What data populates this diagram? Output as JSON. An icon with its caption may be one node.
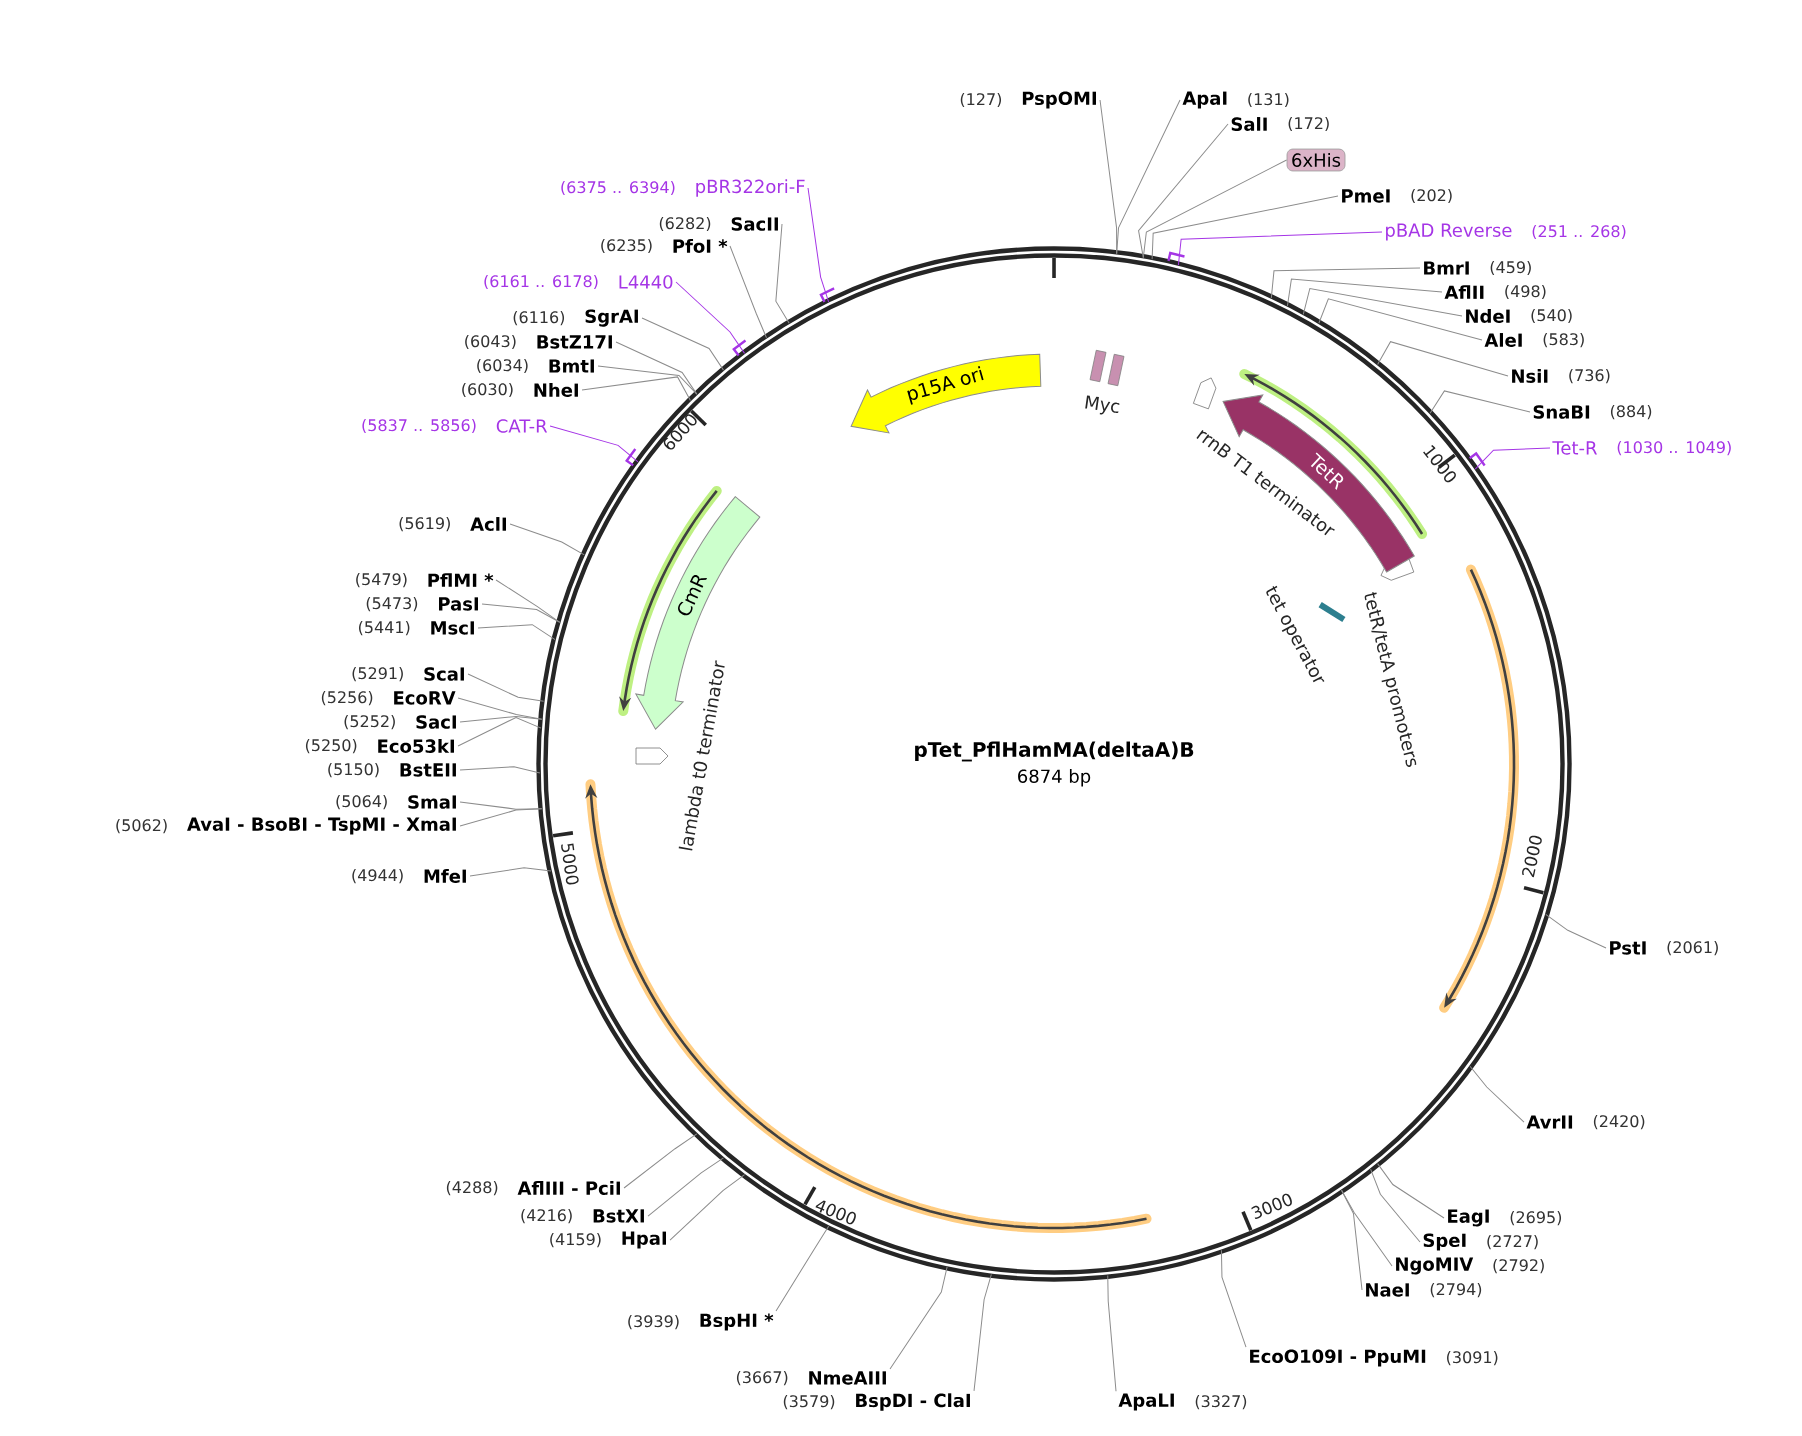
{
  "diagram": {
    "nodes": [
      {
        "text": [
          "pTet_PflHamMA(deltaA)B",
          "6874 bp"
        ]
      },
      {
        "text": [
          "PspOMI"
        ],
        "beside": [
          "(127)"
        ]
      },
      {
        "text": [
          "ApaI"
        ],
        "beside": [
          "(131)"
        ]
      },
      {
        "text": [
          "SalI"
        ],
        "beside": [
          "(172)"
        ]
      },
      {
        "text": [
          "6xHis"
        ]
      },
      {
        "text": [
          "PmeI"
        ],
        "beside": [
          "(202)"
        ]
      },
      {
        "text": [
          "pBAD Reverse"
        ],
        "beside": [
          "(251 .. 268)"
        ]
      },
      {
        "text": [
          "BmrI"
        ],
        "beside": [
          "(459)"
        ]
      },
      {
        "text": [
          "AflII"
        ],
        "beside": [
          "(498)"
        ]
      },
      {
        "text": [
          "NdeI"
        ],
        "beside": [
          "(540)"
        ]
      },
      {
        "text": [
          "AleI"
        ],
        "beside": [
          "(583)"
        ]
      },
      {
        "text": [
          "NsiI"
        ],
        "beside": [
          "(736)"
        ]
      },
      {
        "text": [
          "SnaBI"
        ],
        "beside": [
          "(884)"
        ]
      },
      {
        "text": [
          "Tet-R"
        ],
        "beside": [
          "(1030 .. 1049)"
        ]
      },
      {
        "text": [
          "PstI"
        ],
        "beside": [
          "(2061)"
        ]
      },
      {
        "text": [
          "AvrII"
        ],
        "beside": [
          "(2420)"
        ]
      },
      {
        "text": [
          "EagI"
        ],
        "beside": [
          "(2695)"
        ]
      },
      {
        "text": [
          "SpeI"
        ],
        "beside": [
          "(2727)"
        ]
      },
      {
        "text": [
          "NgoMIV"
        ],
        "beside": [
          "(2792)"
        ]
      },
      {
        "text": [
          "NaeI"
        ],
        "beside": [
          "(2794)"
        ]
      },
      {
        "text": [
          "EcoO109I - PpuMI"
        ],
        "beside": [
          "(3091)"
        ]
      },
      {
        "text": [
          "ApaLI"
        ],
        "beside": [
          "(3327)"
        ]
      },
      {
        "text": [
          "BspDI - ClaI"
        ],
        "beside": [
          "(3579)"
        ]
      },
      {
        "text": [
          "NmeAIII"
        ],
        "beside": [
          "(3667)"
        ]
      },
      {
        "text": [
          "BspHI *"
        ],
        "beside": [
          "(3939)"
        ]
      },
      {
        "text": [
          "HpaI"
        ],
        "beside": [
          "(4159)"
        ]
      },
      {
        "text": [
          "BstXI"
        ],
        "beside": [
          "(4216)"
        ]
      },
      {
        "text": [
          "AflIII - PciI"
        ],
        "beside": [
          "(4288)"
        ]
      },
      {
        "text": [
          "MfeI"
        ],
        "beside": [
          "(4944)"
        ]
      },
      {
        "text": [
          "AvaI - BsoBI - TspMI - XmaI"
        ],
        "beside": [
          "(5062)"
        ]
      },
      {
        "text": [
          "SmaI"
        ],
        "beside": [
          "(5064)"
        ]
      },
      {
        "text": [
          "BstEII"
        ],
        "beside": [
          "(5150)"
        ]
      },
      {
        "text": [
          "Eco53kI"
        ],
        "beside": [
          "(5250)"
        ]
      },
      {
        "text": [
          "SacI"
        ],
        "beside": [
          "(5252)"
        ]
      },
      {
        "text": [
          "EcoRV"
        ],
        "beside": [
          "(5256)"
        ]
      },
      {
        "text": [
          "ScaI"
        ],
        "beside": [
          "(5291)"
        ]
      },
      {
        "text": [
          "MscI"
        ],
        "beside": [
          "(5441)"
        ]
      },
      {
        "text": [
          "PasI"
        ],
        "beside": [
          "(5473)"
        ]
      },
      {
        "text": [
          "PflMI *"
        ],
        "beside": [
          "(5479)"
        ]
      },
      {
        "text": [
          "AclI"
        ],
        "beside": [
          "(5619)"
        ]
      },
      {
        "text": [
          "CAT-R"
        ],
        "beside": [
          "(5837 .. 5856)"
        ]
      },
      {
        "text": [
          "NheI"
        ],
        "beside": [
          "(6030)"
        ]
      },
      {
        "text": [
          "BmtI"
        ],
        "beside": [
          "(6034)"
        ]
      },
      {
        "text": [
          "BstZ17I"
        ],
        "beside": [
          "(6043)"
        ]
      },
      {
        "text": [
          "SgrAI"
        ],
        "beside": [
          "(6116)"
        ]
      },
      {
        "text": [
          "L4440"
        ],
        "beside": [
          "(6161 .. 6178)"
        ]
      },
      {
        "text": [
          "PfoI *"
        ],
        "beside": [
          "(6235)"
        ]
      },
      {
        "text": [
          "SacII"
        ],
        "beside": [
          "(6282)"
        ]
      },
      {
        "text": [
          "pBR322ori-F"
        ],
        "beside": [
          "(6375 .. 6394)"
        ]
      },
      {
        "text": [
          "p15A ori"
        ],
        "in": 0
      },
      {
        "text": [
          "TetR"
        ],
        "in": 0
      },
      {
        "text": [
          "CmR"
        ],
        "in": 0
      }
    ],
    "edges": [
      {
        "from": 1,
        "to": 0,
        "arrow": "none"
      },
      {
        "from": 2,
        "to": 0,
        "arrow": "none"
      },
      {
        "from": 3,
        "to": 0,
        "arrow": "none"
      },
      {
        "from": 4,
        "to": 0,
        "arrow": "none"
      },
      {
        "from": 5,
        "to": 0,
        "arrow": "none"
      },
      {
        "from": 6,
        "to": 0,
        "arrow": "none",
        "color": "#a535e6"
      },
      {
        "from": 7,
        "to": 0,
        "arrow": "none"
      },
      {
        "from": 8,
        "to": 0,
        "arrow": "none"
      },
      {
        "from": 9,
        "to": 0,
        "arrow": "none"
      },
      {
        "from": 10,
        "to": 0,
        "arrow": "none"
      },
      {
        "from": 11,
        "to": 0,
        "arrow": "none"
      },
      {
        "from": 12,
        "to": 0,
        "arrow": "none"
      },
      {
        "from": 13,
        "to": 0,
        "arrow": "none",
        "color": "#a535e6"
      },
      {
        "from": 14,
        "to": 0,
        "arrow": "none"
      },
      {
        "from": 15,
        "to": 0,
        "arrow": "none"
      },
      {
        "from": 16,
        "to": 0,
        "arrow": "none"
      },
      {
        "from": 17,
        "to": 0,
        "arrow": "none"
      },
      {
        "from": 18,
        "to": 0,
        "arrow": "none"
      },
      {
        "from": 19,
        "to": 0,
        "arrow": "none"
      },
      {
        "from": 20,
        "to": 0,
        "arrow": "none"
      },
      {
        "from": 21,
        "to": 0,
        "arrow": "none"
      },
      {
        "from": 22,
        "to": 0,
        "arrow": "none"
      },
      {
        "from": 23,
        "to": 0,
        "arrow": "none"
      },
      {
        "from": 24,
        "to": 0,
        "arrow": "none"
      },
      {
        "from": 25,
        "to": 0,
        "arrow": "none"
      },
      {
        "from": 26,
        "to": 0,
        "arrow": "none"
      },
      {
        "from": 27,
        "to": 0,
        "arrow": "none"
      },
      {
        "from": 28,
        "to": 0,
        "arrow": "none"
      },
      {
        "from": 29,
        "to": 0,
        "arrow": "none"
      },
      {
        "from": 30,
        "to": 0,
        "arrow": "none"
      },
      {
        "from": 31,
        "to": 0,
        "arrow": "none"
      },
      {
        "from": 32,
        "to": 0,
        "arrow": "none"
      },
      {
        "from": 33,
        "to": 0,
        "arrow": "none"
      },
      {
        "from": 34,
        "to": 0,
        "arrow": "none"
      },
      {
        "from": 35,
        "to": 0,
        "arrow": "none"
      },
      {
        "from": 36,
        "to": 0,
        "arrow": "none"
      },
      {
        "from": 37,
        "to": 0,
        "arrow": "none"
      },
      {
        "from": 38,
        "to": 0,
        "arrow": "none"
      },
      {
        "from": 39,
        "to": 0,
        "arrow": "none"
      },
      {
        "from": 40,
        "to": 0,
        "arrow": "none",
        "color": "#a535e6"
      },
      {
        "from": 41,
        "to": 0,
        "arrow": "none"
      },
      {
        "from": 42,
        "to": 0,
        "arrow": "none"
      },
      {
        "from": 43,
        "to": 0,
        "arrow": "none"
      },
      {
        "from": 44,
        "to": 0,
        "arrow": "none"
      },
      {
        "from": 45,
        "to": 0,
        "arrow": "none",
        "color": "#a535e6"
      },
      {
        "from": 46,
        "to": 0,
        "arrow": "none"
      },
      {
        "from": 47,
        "to": 0,
        "arrow": "none"
      },
      {
        "from": 48,
        "to": 0,
        "arrow": "none",
        "color": "#a535e6"
      }
    ],
    "labels": [
      "Myc",
      "6000",
      "1000",
      "rrnB T1 terminator",
      "tet operator",
      "tetR/tetA promoters",
      "lambda t0 terminator",
      "5000",
      "2000",
      "4000",
      "3000"
    ]
  }
}
